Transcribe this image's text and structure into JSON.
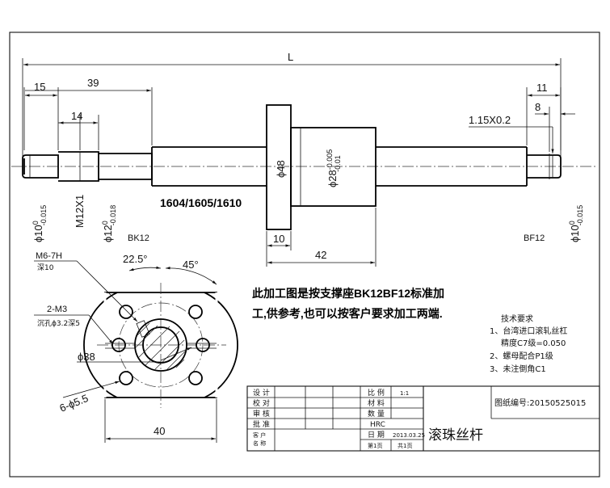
{
  "dimensions": {
    "overall_length": "L",
    "left_end_15": "15",
    "left_39": "39",
    "left_14": "14",
    "right_11": "11",
    "right_8": "8",
    "groove": "1.15X0.2",
    "dia_left_10": "ϕ10",
    "dia_left_10_tol_top": "0",
    "dia_left_10_tol_bot": "-0.015",
    "thread_m12": "M12X1",
    "dia_12": "ϕ12",
    "dia_12_tol_top": "0",
    "dia_12_tol_bot": "-0.018",
    "dia_48": "ϕ48",
    "dia_28": "ϕ28",
    "dia_28_tol_top": "-0.005",
    "dia_28_tol_bot": "-0.01",
    "dia_right_10": "ϕ10",
    "dia_right_10_tol_top": "0",
    "dia_right_10_tol_bot": "-0.015",
    "flange_10": "10",
    "nut_42": "42",
    "model_numbers": "1604/1605/1610",
    "label_bk12": "BK12",
    "label_bf12": "BF12"
  },
  "flange_view": {
    "m6_label": "M6-7H",
    "m6_depth": "深10",
    "angle_22": "22.5°",
    "angle_45": "45°",
    "m3_label": "2-M3",
    "m3_note": "沉孔ϕ3.2深5",
    "dia_38": "ϕ38",
    "holes": "6-ϕ5.5",
    "width_40": "40"
  },
  "description": {
    "line1": "此加工图是按支撑座BK12BF12标准加",
    "line2": "工,供参考,也可以按客户要求加工两端."
  },
  "tech_requirements": {
    "title": "技术要求",
    "item1": "1、台湾进口滚轧丝杠",
    "item1b": "精度C7级=0.050",
    "item2": "2、螺母配合P1级",
    "item3": "3、未注倒角C1"
  },
  "title_block": {
    "design": "设 计",
    "check": "校 对",
    "review": "审 核",
    "approve": "批 准",
    "customer": "客 户",
    "customer2": "名 称",
    "scale_label": "比 例",
    "scale_value": "1:1",
    "material_label": "材 料",
    "quantity_label": "数 量",
    "hardness": "HRC",
    "date_label": "日 期",
    "date_value": "2013.03.25",
    "sheet": "第1页",
    "sheets_total": "共1页",
    "part_name": "滚珠丝杆",
    "drawing_no": "图纸编号:20150525015"
  }
}
